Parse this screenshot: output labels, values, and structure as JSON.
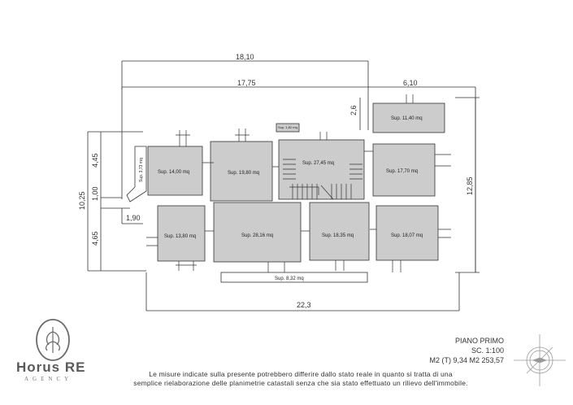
{
  "dimensions": {
    "total_width_top": "18,10",
    "width_main": "17,75",
    "width_right": "6,10",
    "depth_right": "2,6",
    "total_width_bottom": "22,3",
    "height_total_left": "10,25",
    "height_upper_left": "4,45",
    "height_corridor_left": "1,00",
    "height_lower_left": "4,65",
    "height_right": "12,85",
    "stair_offset": "1,90"
  },
  "rooms": [
    {
      "label": "Sup. 14,00 mq"
    },
    {
      "label": "Sup. 19,80 mq"
    },
    {
      "label": "Sup. 27,45 mq"
    },
    {
      "label": "Sup. 11,40 mq"
    },
    {
      "label": "Sup. 17,70 mq"
    },
    {
      "label": "Sup. 13,80 mq"
    },
    {
      "label": "Sup. 28,16 mq"
    },
    {
      "label": "Sup. 18,35 mq"
    },
    {
      "label": "Sup. 18,07 mq"
    },
    {
      "label": "Sup. 8,32 mq"
    },
    {
      "label": "Sup. 3,73 mq"
    },
    {
      "label": "Sup. 1,82 mq"
    }
  ],
  "logo": {
    "name": "Horus RE",
    "tagline": "AGENCY"
  },
  "info": {
    "floor": "PIANO PRIMO",
    "scale": "SC.   1:100",
    "areas": "M2 (T) 9,34     M2 253,57"
  },
  "disclaimer": {
    "line1": "Le misure indicate sulla presente potrebbero differire dallo stato reale in quanto si tratta di una",
    "line2": "semplice rielaborazione delle planimetrie catastali senza che sia stato effettuato un rilievo dell'immobile."
  },
  "colors": {
    "room_fill": "#cccccc",
    "line": "#333333",
    "logo": "#6b6b6b"
  }
}
